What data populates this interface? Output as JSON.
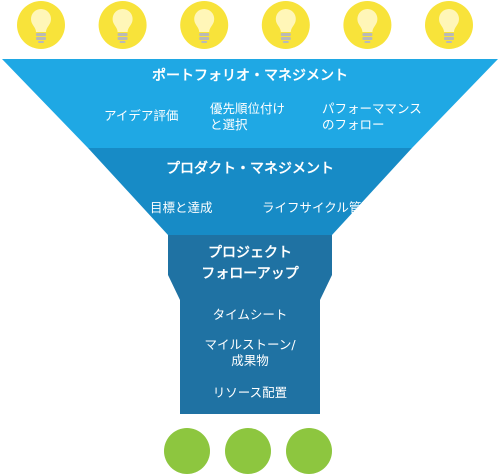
{
  "colors": {
    "bulb_circle": "#f8e33a",
    "bulb_glass": "#fff6b8",
    "bulb_base": "#b9b9b9",
    "stage1": "#1fa8e4",
    "stage2": "#178bc6",
    "stage3": "#1f72a3",
    "result_circle": "#8dc63f",
    "text": "#ffffff"
  },
  "ideas": {
    "count": 6,
    "icon": "lightbulb-icon"
  },
  "stages": [
    {
      "title": "ポートフォリオ・マネジメント",
      "items": [
        "アイデア評価",
        "優先順位付け\nと選択",
        "パフォーママンス\nのフォロー"
      ]
    },
    {
      "title": "プロダクト・マネジメント",
      "items": [
        "目標と達成",
        "ライフサイクル管理"
      ]
    },
    {
      "title": "プロジェクト\nフォローアップ",
      "items": [
        "タイムシート",
        "マイルストーン/\n成果物",
        "リソース配置"
      ]
    }
  ],
  "results": {
    "count": 3
  }
}
